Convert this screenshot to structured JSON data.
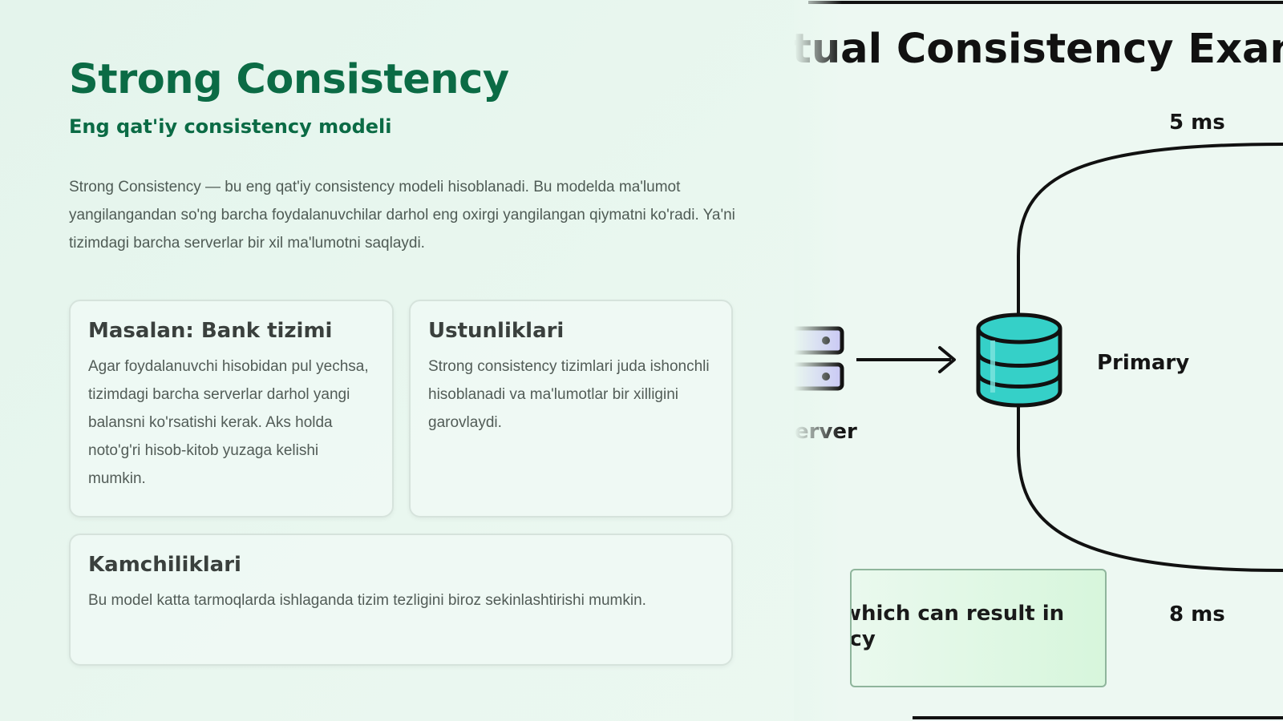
{
  "slide": {
    "title": "Strong Consistency",
    "subtitle": "Eng qat'iy consistency modeli",
    "intro": "Strong Consistency — bu eng qat'iy consistency modeli hisoblanadi. Bu modelda ma'lumot yangilangandan so'ng barcha foydalanuvchilar darhol eng oxirgi yangilangan qiymatni ko'radi. Ya'ni tizimdagi barcha serverlar bir xil ma'lumotni saqlaydi.",
    "cards": [
      {
        "title": "Masalan: Bank tizimi",
        "body": "Agar foydalanuvchi hisobidan pul yechsa, tizimdagi barcha serverlar darhol yangi balansni ko'rsatishi kerak. Aks holda noto'g'ri hisob-kitob yuzaga kelishi mumkin."
      },
      {
        "title": "Ustunliklari",
        "body": "Strong consistency tizimlari juda ishonchli hisoblanadi va ma'lumotlar bir xilligini garovlaydi."
      },
      {
        "title": "Kamchiliklari",
        "body": "Bu model katta tarmoqlarda ishlaganda tizim tezligini biroz sekinlashtirishi mumkin."
      }
    ]
  },
  "diagram": {
    "heading": "ıtual Consistency Exan",
    "latency_top": "5 ms",
    "latency_bottom": "8 ms",
    "primary_label": "Primary",
    "server_label": "erver",
    "note_text": "ı which can result in\nıncy",
    "colors": {
      "database": "#35d0c8",
      "server": "#c9c8f5",
      "note_bg": "#d7f6dc"
    },
    "icons": [
      "server-icon",
      "database-icon",
      "arrow-right-icon"
    ]
  }
}
